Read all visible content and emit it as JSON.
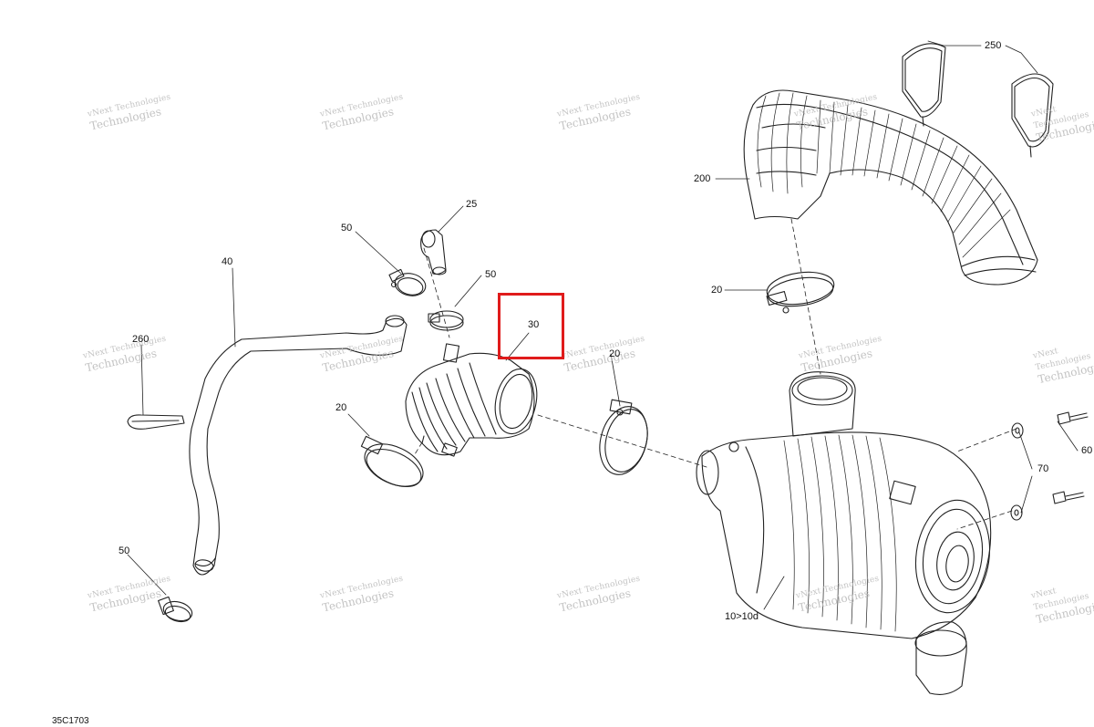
{
  "diagram": {
    "drawing_number": "35C1703",
    "highlight_color": "#e01b1b",
    "callouts": [
      {
        "id": "250",
        "label": "250"
      },
      {
        "id": "200",
        "label": "200"
      },
      {
        "id": "25",
        "label": "25"
      },
      {
        "id": "50a",
        "label": "50"
      },
      {
        "id": "50b",
        "label": "50"
      },
      {
        "id": "40",
        "label": "40"
      },
      {
        "id": "260",
        "label": "260"
      },
      {
        "id": "30",
        "label": "30"
      },
      {
        "id": "20a",
        "label": "20"
      },
      {
        "id": "20b",
        "label": "20"
      },
      {
        "id": "20c",
        "label": "20"
      },
      {
        "id": "60",
        "label": "60"
      },
      {
        "id": "70",
        "label": "70"
      },
      {
        "id": "50c",
        "label": "50"
      },
      {
        "id": "10",
        "label": "10>10d"
      }
    ],
    "watermark": {
      "line1": "vNext Technologies",
      "line2": "Technologies"
    }
  }
}
